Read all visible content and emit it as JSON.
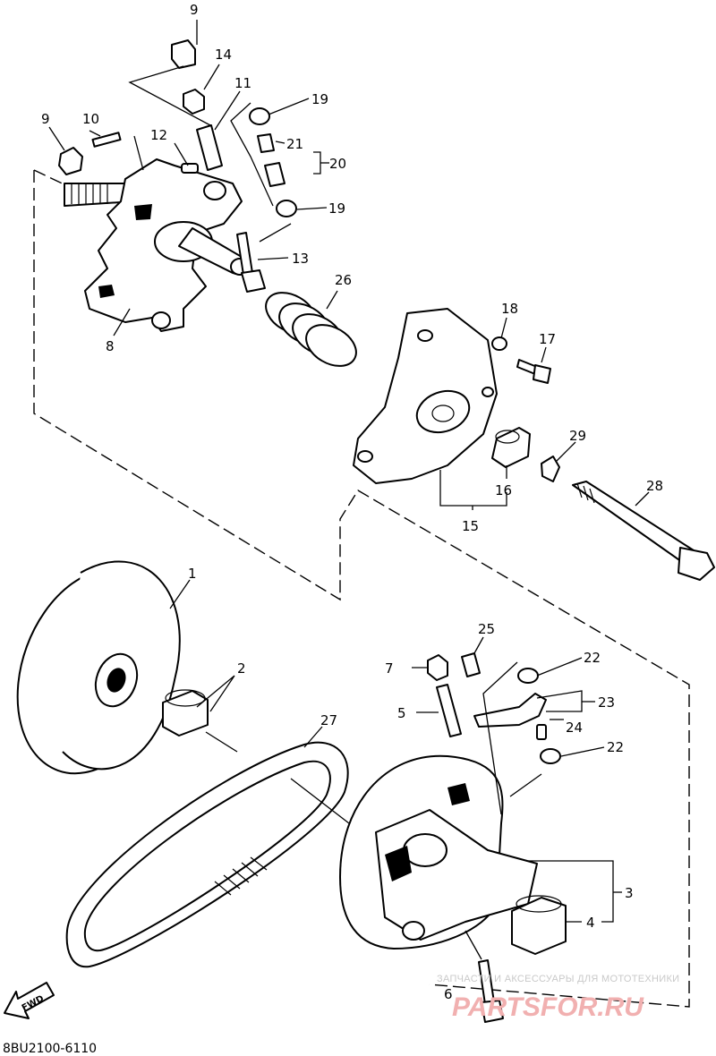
{
  "callouts": {
    "p1": "1",
    "p2": "2",
    "p3": "3",
    "p4": "4",
    "p5": "5",
    "p6": "6",
    "p7": "7",
    "p8": "8",
    "p9a": "9",
    "p9b": "9",
    "p10": "10",
    "p11": "11",
    "p12": "12",
    "p13": "13",
    "p14": "14",
    "p15": "15",
    "p16": "16",
    "p17": "17",
    "p18": "18",
    "p19a": "19",
    "p19b": "19",
    "p20": "20",
    "p21": "21",
    "p22a": "22",
    "p22b": "22",
    "p23": "23",
    "p24": "24",
    "p25": "25",
    "p26": "26",
    "p27": "27",
    "p28": "28",
    "p29": "29"
  },
  "fwd_label": "FWD",
  "diagram_code": "8BU2100-6110",
  "watermark": {
    "caption": "ЗАПЧАСТИ И АКСЕССУАРЫ ДЛЯ МОТОТЕХНИКИ",
    "logo_text": "PARTSFOR.RU"
  }
}
